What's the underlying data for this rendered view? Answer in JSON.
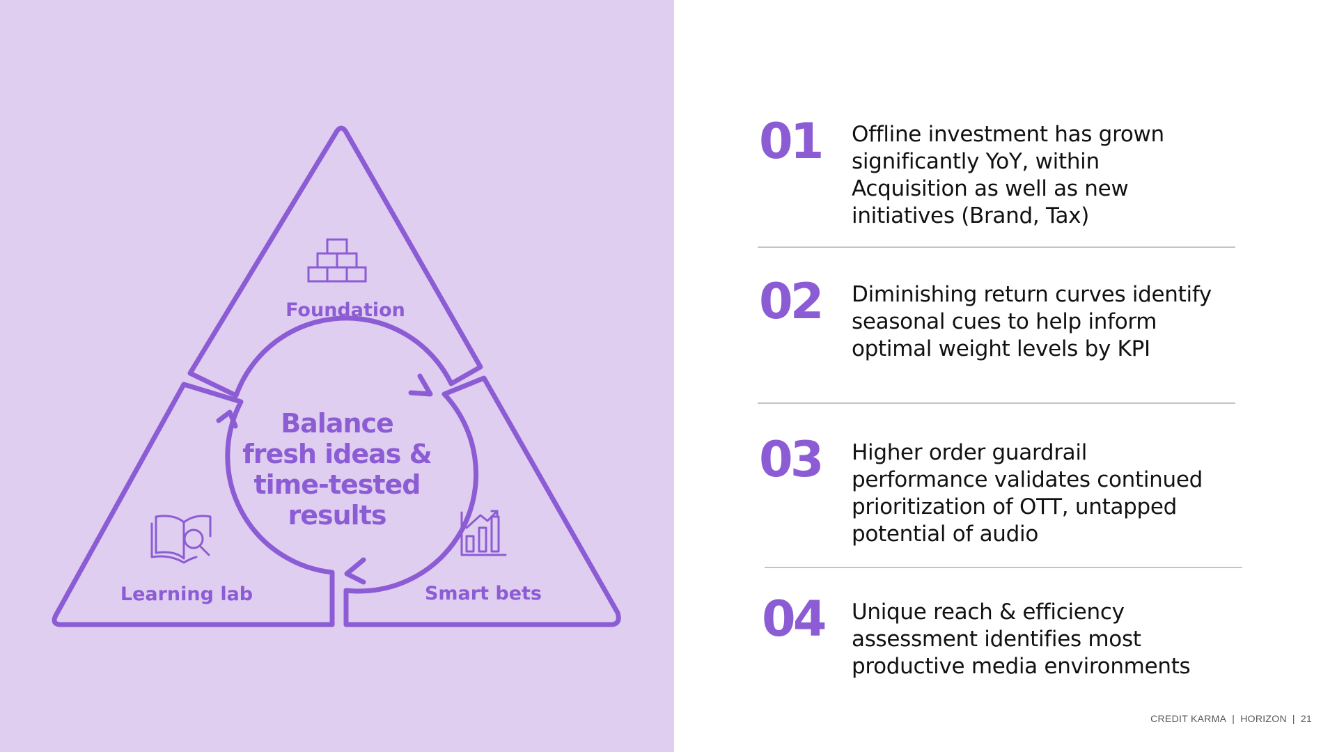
{
  "diagram": {
    "center_lines": [
      "Balance",
      "fresh ideas &",
      "time-tested",
      "results"
    ],
    "segments": [
      {
        "label": "Foundation",
        "icon": "bricks-icon"
      },
      {
        "label": "Learning lab",
        "icon": "book-magnifier-icon"
      },
      {
        "label": "Smart bets",
        "icon": "bar-chart-icon"
      }
    ],
    "colors": {
      "accent": "#8c5cd4",
      "panel": "#e0cef0"
    }
  },
  "items": [
    {
      "number": "01",
      "text": "Offline investment has grown significantly YoY, within Acquisition as well as new initiatives (Brand, Tax)"
    },
    {
      "number": "02",
      "text": "Diminishing return curves identify seasonal cues to help inform optimal weight levels by KPI"
    },
    {
      "number": "03",
      "text": "Higher order guardrail performance validates continued prioritization of OTT, untapped potential of audio"
    },
    {
      "number": "04",
      "text": "Unique reach & efficiency assessment identifies most productive media environments"
    }
  ],
  "footer": {
    "brand": "CREDIT KARMA",
    "section": "HORIZON",
    "page": "21"
  }
}
